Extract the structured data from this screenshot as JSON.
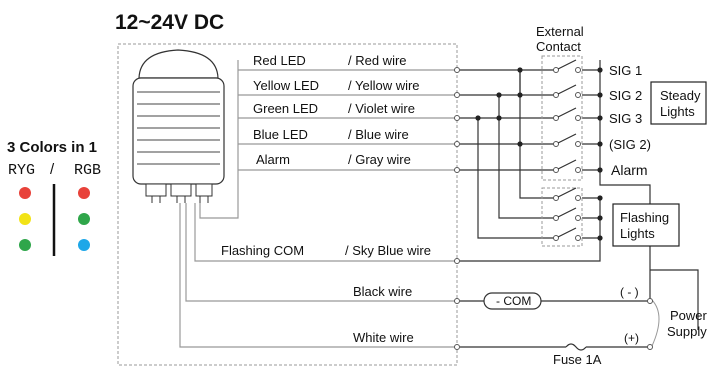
{
  "title": "12~24V DC",
  "colors_heading": "3 Colors in 1",
  "ryg_label": "RYG",
  "slash": "/",
  "rgb_label": "RGB",
  "led_colors": {
    "ryg": [
      "#e8423a",
      "#f2e316",
      "#2fa64a"
    ],
    "rgb": [
      "#e8423a",
      "#2fa64a",
      "#1ea7e8"
    ]
  },
  "wires": [
    {
      "led": "Red LED",
      "wire": "/  Red wire"
    },
    {
      "led": "Yellow LED",
      "wire": "/  Yellow wire"
    },
    {
      "led": "Green LED",
      "wire": "/  Violet wire"
    },
    {
      "led": "Blue LED",
      "wire": "/  Blue wire"
    },
    {
      "led": "Alarm",
      "wire": "/ Gray wire"
    }
  ],
  "flashing_com": "Flashing COM",
  "flashing_com_wire": "/ Sky Blue wire",
  "black_wire": "Black wire",
  "white_wire": "White wire",
  "com_label": "- COM",
  "external_contact": [
    "External",
    "Contact"
  ],
  "signals": [
    "SIG 1",
    "SIG 2",
    "SIG 3",
    "(SIG 2)",
    "Alarm"
  ],
  "steady_lights": [
    "Steady",
    "Lights"
  ],
  "flashing_lights": [
    "Flashing",
    "Lights"
  ],
  "power_supply": [
    "Power",
    "Supply"
  ],
  "minus": "( - )",
  "plus": "(+)",
  "fuse": "Fuse 1A"
}
